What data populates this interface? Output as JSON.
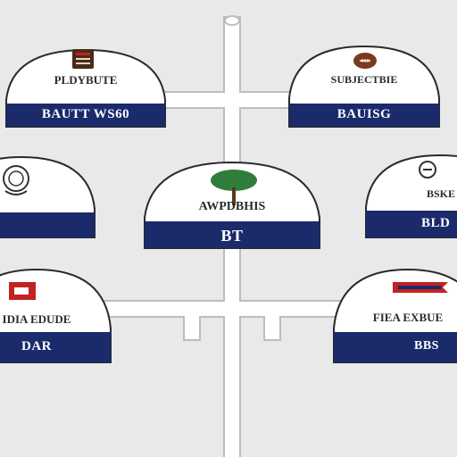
{
  "colors": {
    "background": "#e9e9e9",
    "pipe": "#ffffff",
    "pipe_outline": "#bdbdbd",
    "band": "#1b2a6b",
    "dome_fill": "#ffffff",
    "dome_outline": "#2a2a2a",
    "tree": "#2f7d3a",
    "accent_red": "#c22222",
    "accent_brown": "#7a3b1c"
  },
  "nodes": [
    {
      "id": "top-left",
      "emblem": "book-icon",
      "top_text": "PLDYBUTE",
      "band_text": "BAUTT WS60"
    },
    {
      "id": "top-right",
      "emblem": "football-icon",
      "top_text": "SUBJECTBIE",
      "band_text": "BAUISG"
    },
    {
      "id": "mid-left",
      "emblem": "crest-icon",
      "top_text": "",
      "band_text": ""
    },
    {
      "id": "center",
      "emblem": "tree-icon",
      "top_text": "AWPDBHIS",
      "band_text": "BT"
    },
    {
      "id": "mid-right",
      "emblem": "badge-icon",
      "top_text": "BSKE",
      "band_text": "BLD"
    },
    {
      "id": "bottom-left",
      "emblem": "flag-icon",
      "top_text": "IDIA EDUDE",
      "band_text": "DAR"
    },
    {
      "id": "bottom-right",
      "emblem": "banner-icon",
      "top_text": "FIEA EXBUE",
      "band_text": "BBS"
    }
  ]
}
